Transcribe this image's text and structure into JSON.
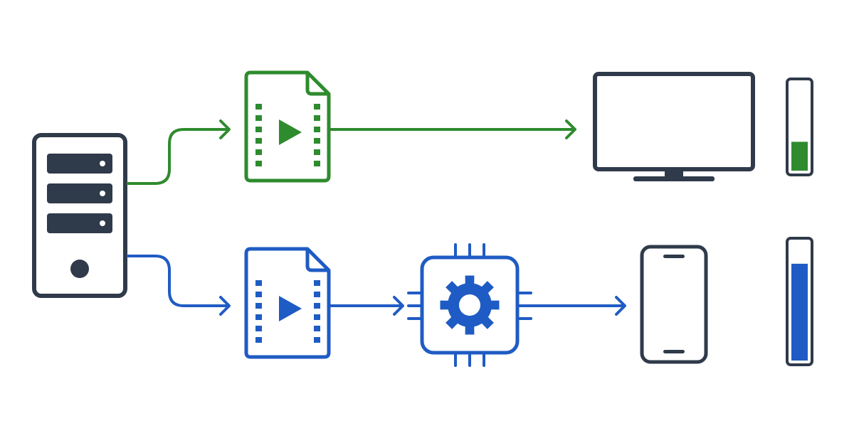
{
  "colors": {
    "background": "#ffffff",
    "dark": "#2f3a4a",
    "green": "#2e8b2e",
    "blue": "#1f5bc4"
  },
  "nodes": {
    "source": "server-icon",
    "top_file": "video-file-icon",
    "bottom_file": "video-file-icon",
    "processor": "chip-gear-icon",
    "top_display": "monitor-icon",
    "bottom_display": "smartphone-icon"
  },
  "indicators": {
    "top_level": 0.33,
    "bottom_level": 0.82
  },
  "paths": {
    "top": "green",
    "bottom": "blue"
  }
}
